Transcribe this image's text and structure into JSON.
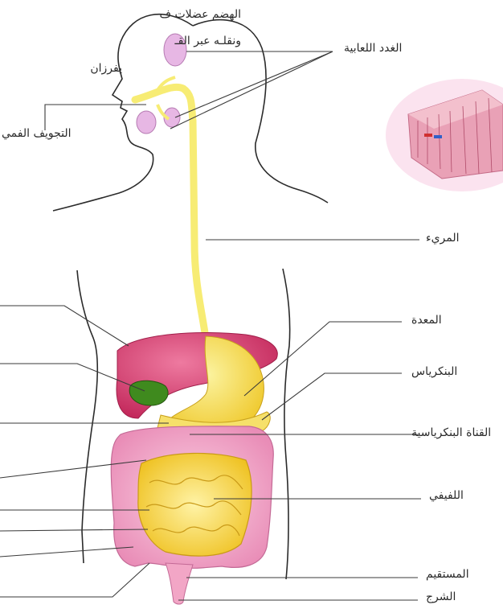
{
  "intro_lines": [
    "الهضم عضلات ف",
    "ونقلـه عبر القـ",
    "يفرزان"
  ],
  "labels": {
    "salivary_glands": "الغدد اللعابية",
    "oral_cavity": "التجويف الفمي",
    "esophagus": "المريء",
    "stomach": "المعدة",
    "pancreas": "البنكرياس",
    "pancreatic_duct": "القناة البنكرياسية",
    "ileum": "اللفيفي",
    "rectum": "المستقيم",
    "anus": "الشرج"
  },
  "colors": {
    "outline": "#2b2b2b",
    "esophagus": "#f7ec74",
    "liver": "#d8436f",
    "gallbladder": "#3f8a1e",
    "stomach": "#f4dc3a",
    "intestine_large": "#f2a6c6",
    "intestine_small": "#f6d230",
    "salivary": "#e7b7e4",
    "leader_line": "#3a3a3a"
  }
}
